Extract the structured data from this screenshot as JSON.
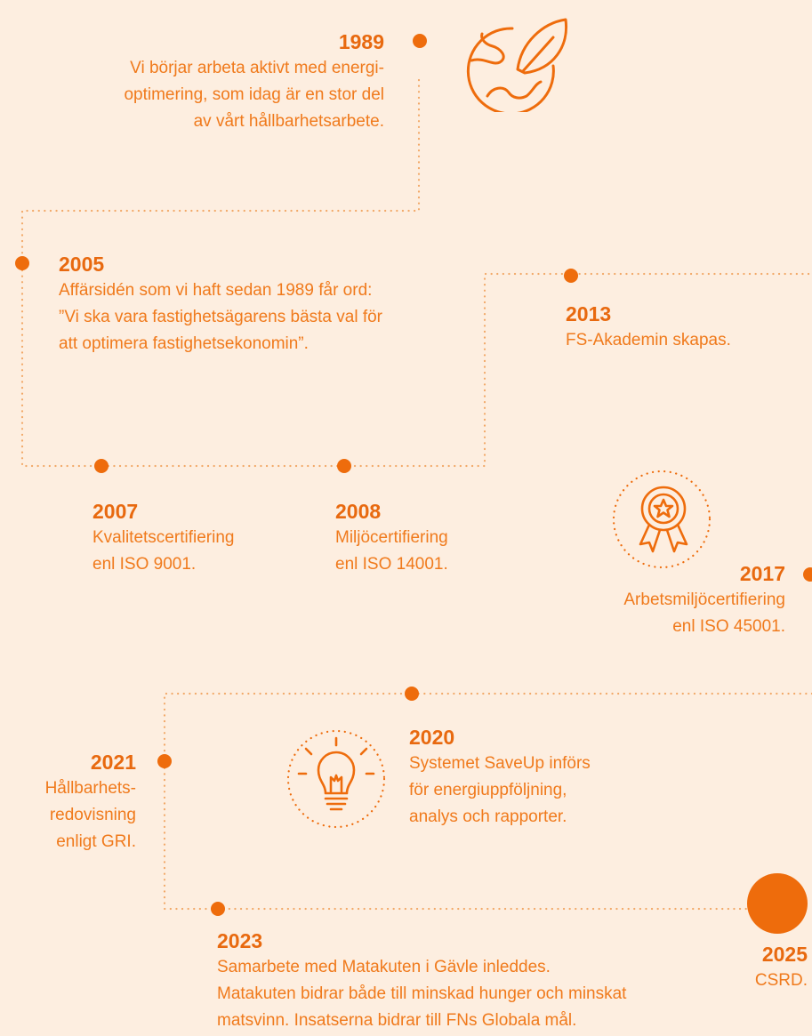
{
  "colors": {
    "background": "#fdeee0",
    "accent": "#f07a1c",
    "dot": "#ee6c0c",
    "dotted": "#f2a867"
  },
  "icons": [
    "globe-leaf-icon",
    "award-medal-icon",
    "lightbulb-icon"
  ],
  "milestones": [
    {
      "year": "1989",
      "lines": [
        "Vi börjar arbeta aktivt med energi-",
        "optimering, som idag är en stor del",
        "av vårt hållbarhetsarbete."
      ]
    },
    {
      "year": "2005",
      "lines": [
        "Affärsidén som vi haft sedan 1989 får ord:",
        "”Vi ska vara fastighetsägarens bästa val för",
        "att optimera fastighetsekonomin”."
      ]
    },
    {
      "year": "2007",
      "lines": [
        "Kvalitetscertifiering",
        "enl ISO 9001."
      ]
    },
    {
      "year": "2008",
      "lines": [
        "Miljöcertifiering",
        "enl ISO 14001."
      ]
    },
    {
      "year": "2013",
      "lines": [
        "FS-Akademin skapas."
      ]
    },
    {
      "year": "2017",
      "lines": [
        "Arbetsmiljöcertifiering",
        "enl ISO 45001."
      ]
    },
    {
      "year": "2020",
      "lines": [
        "Systemet SaveUp införs",
        "för energiuppföljning,",
        "analys och rapporter."
      ]
    },
    {
      "year": "2021",
      "lines": [
        "Hållbarhets-",
        "redovisning",
        "enligt GRI."
      ]
    },
    {
      "year": "2023",
      "lines": [
        "Samarbete med Matakuten i Gävle inleddes.",
        "Matakuten bidrar både till minskad hunger och minskat",
        "matsvinn. Insatserna bidrar till FNs Globala mål."
      ]
    },
    {
      "year": "2025",
      "lines": [
        "CSRD."
      ]
    }
  ]
}
